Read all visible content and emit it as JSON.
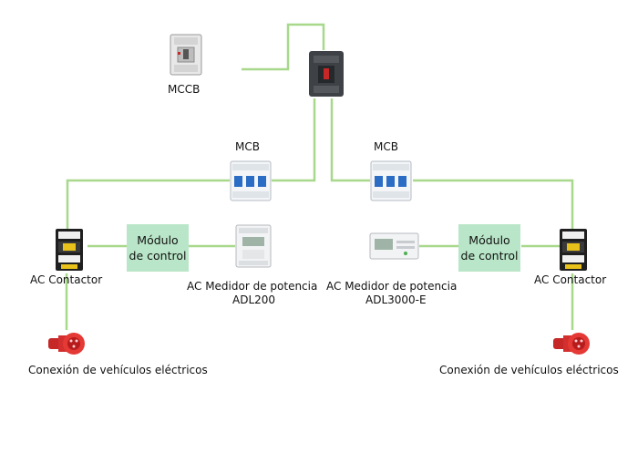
{
  "diagram": {
    "wire_color": "#a7d88b",
    "labels": {
      "mccb": "MCCB",
      "mcb_left": "MCB",
      "mcb_right": "MCB",
      "contactor_left": "AC Contactor",
      "contactor_right": "AC Contactor",
      "meter_left_line1": "AC Medidor de potencia",
      "meter_left_line2": "ADL200",
      "meter_right_line1": "AC Medidor de potencia",
      "meter_right_line2": "ADL3000-E",
      "ev_left": "Conexión de vehículos eléctricos",
      "ev_right": "Conexión de vehículos eléctricos"
    },
    "control_box": {
      "line1": "Módulo",
      "line2": "de control",
      "fill": "#b9e6c8"
    },
    "icons": [
      "mccb-breaker-icon",
      "main-breaker-icon",
      "mcb-breaker-icon",
      "ac-contactor-icon",
      "power-meter-icon",
      "ev-plug-icon"
    ]
  }
}
